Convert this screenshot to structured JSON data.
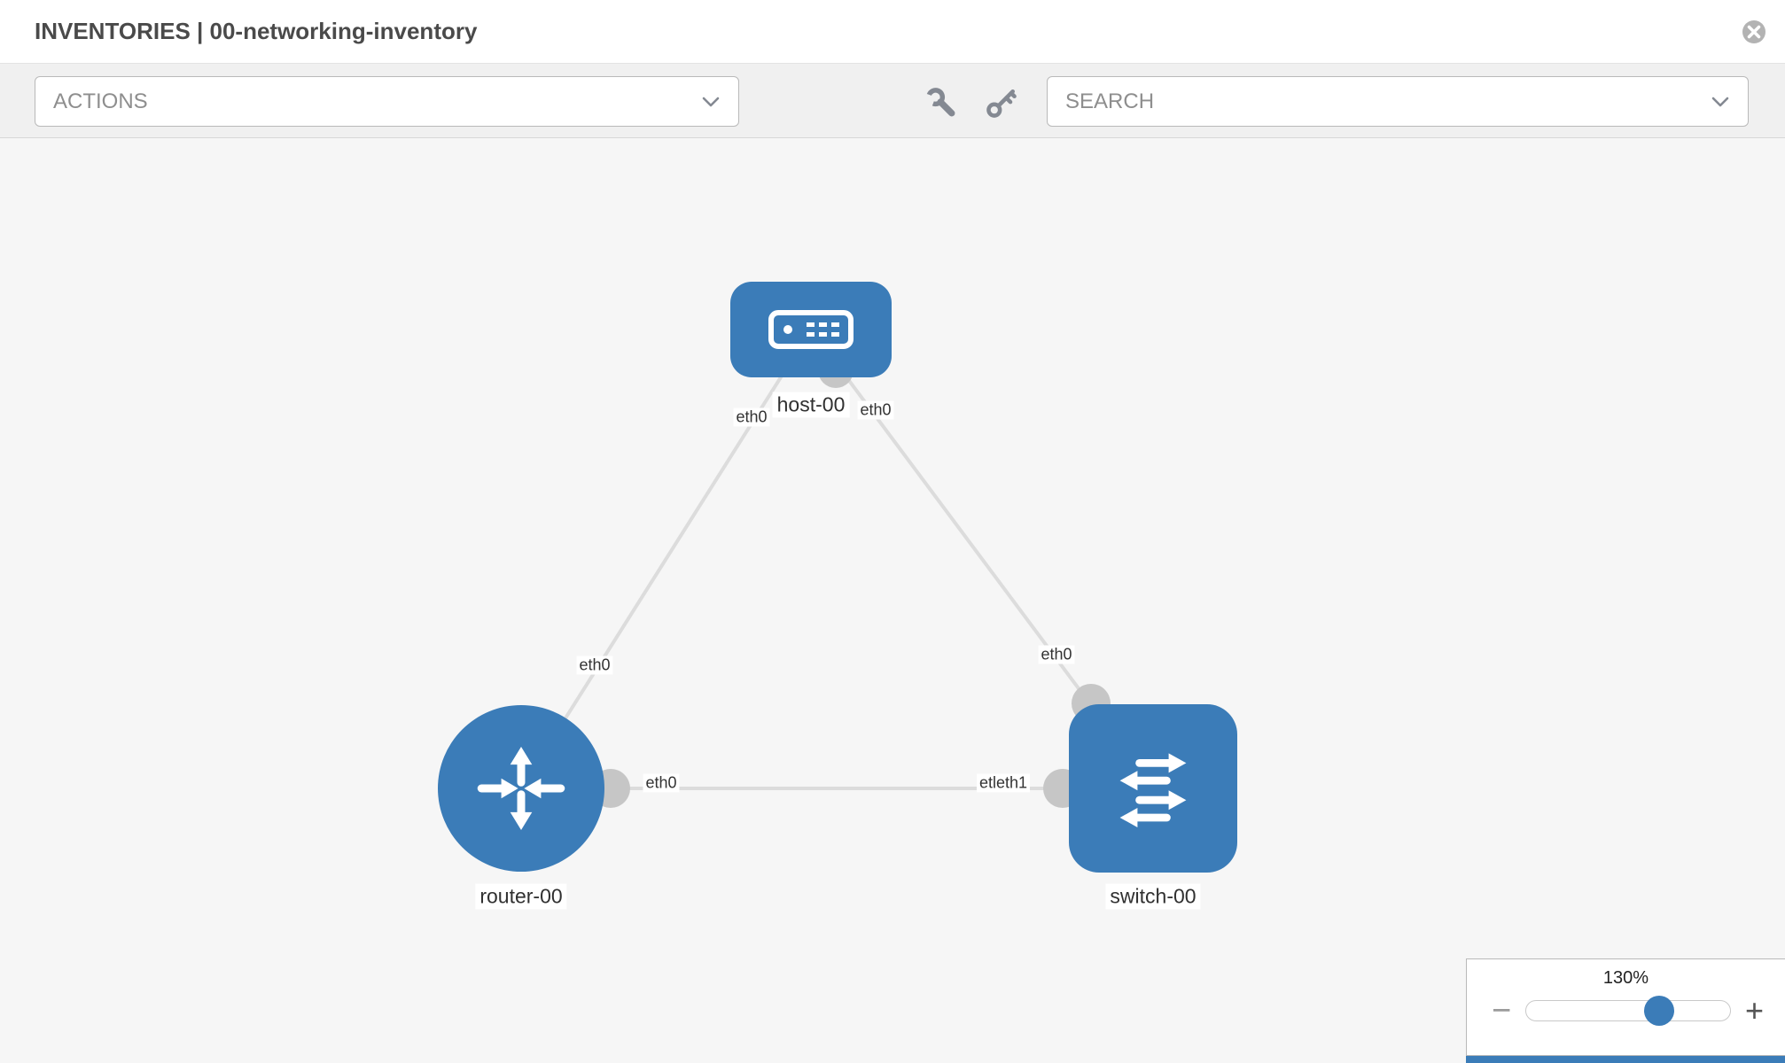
{
  "header": {
    "title": "INVENTORIES | 00-networking-inventory"
  },
  "toolbar": {
    "actions_label": "ACTIONS",
    "search_placeholder": "SEARCH"
  },
  "topology": {
    "nodes": [
      {
        "id": "host-00",
        "type": "host",
        "label": "host-00"
      },
      {
        "id": "router-00",
        "type": "router",
        "label": "router-00"
      },
      {
        "id": "switch-00",
        "type": "switch",
        "label": "switch-00"
      }
    ],
    "links": [
      {
        "from": "host-00",
        "to": "router-00"
      },
      {
        "from": "host-00",
        "to": "switch-00"
      },
      {
        "from": "router-00",
        "to": "switch-00"
      }
    ],
    "interface_labels": {
      "host_to_router_at_host": "eth0",
      "host_to_switch_at_host": "eth0",
      "host_to_router_at_router": "eth0",
      "host_to_switch_at_switch": "eth0",
      "router_to_switch_at_router": "eth0",
      "router_to_switch_at_switch": "etleth1"
    }
  },
  "zoom": {
    "level": "130%",
    "out_label": "−",
    "in_label": "+"
  },
  "colors": {
    "node_blue": "#3b7cb8",
    "link_gray": "#dcdcdc",
    "port_gray": "#c6c6c6",
    "accent_strip": "#3b7cb8"
  }
}
